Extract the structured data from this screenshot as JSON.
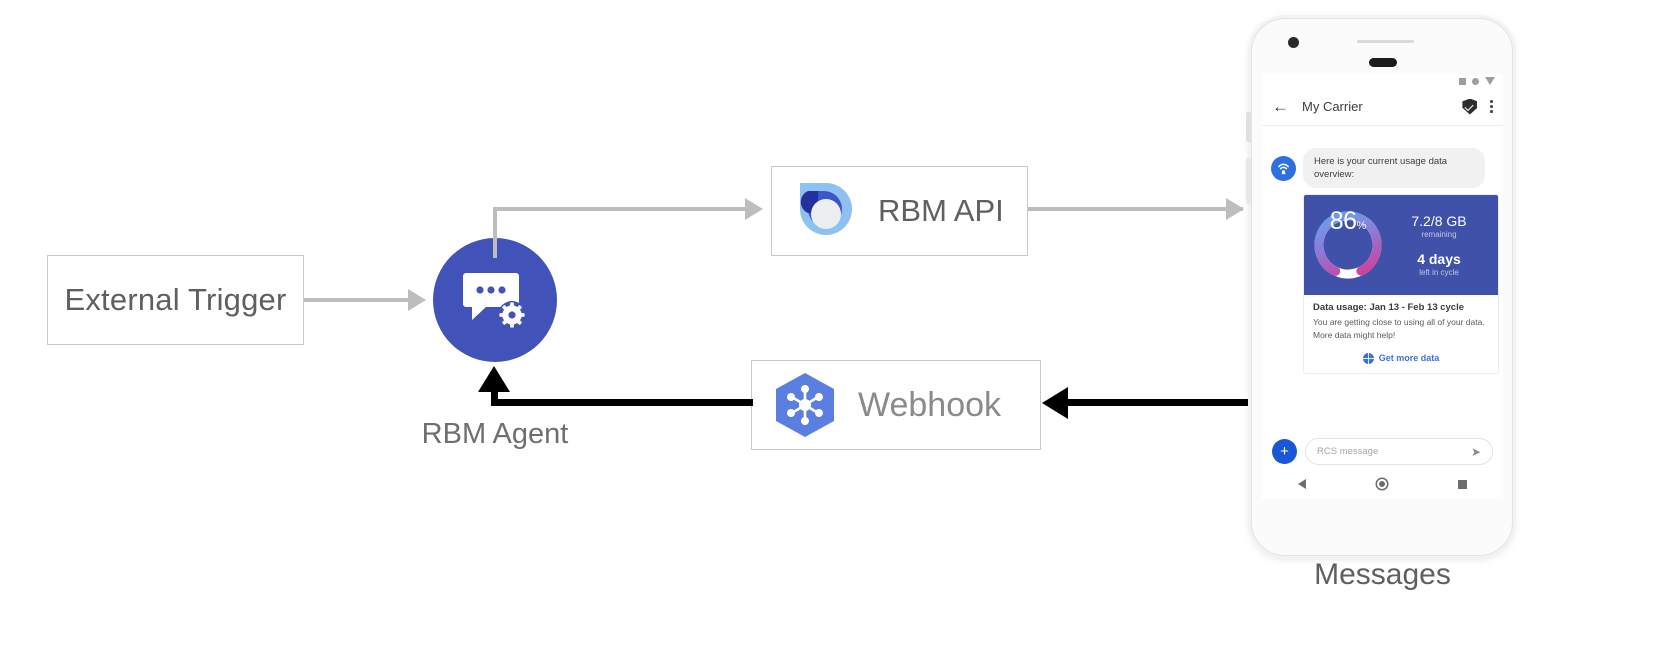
{
  "diagram": {
    "nodes": {
      "external_trigger": {
        "label": "External Trigger"
      },
      "rbm_agent": {
        "label": "RBM Agent",
        "icon": "chat-gear-icon",
        "color": "#4153b8"
      },
      "rbm_api": {
        "label": "RBM API",
        "icon": "rbm-api-icon"
      },
      "webhook": {
        "label": "Webhook",
        "icon": "cloud-functions-hexagon-icon",
        "color": "#5b7fe0"
      },
      "messages": {
        "label": "Messages"
      }
    },
    "connector_colors": {
      "gray": "#bdbdbd",
      "black": "#000000"
    }
  },
  "phone": {
    "statusbar": {
      "icons": [
        "square-icon",
        "circle-icon",
        "triangle-down-icon"
      ]
    },
    "appbar": {
      "back_icon": "back-arrow-icon",
      "title": "My Carrier",
      "verified_icon": "shield-check-icon",
      "menu_icon": "kebab-menu-icon"
    },
    "conversation": {
      "avatar_icon": "cell-tower-icon",
      "incoming_message": "Here is your current usage data overview:",
      "rich_card": {
        "percent_value": "86",
        "percent_symbol": "%",
        "data_remaining": "7.2/8 GB",
        "data_remaining_caption": "remaining",
        "days_left": "4 days",
        "days_left_caption": "left in cycle",
        "title": "Data usage: Jan 13 - Feb 13 cycle",
        "description": "You are getting close to using all of your data. More data might help!",
        "action_icon": "globe-icon",
        "action_label": "Get more data",
        "media_bg": "#3f51a8",
        "donut_percent": 86
      }
    },
    "composer": {
      "add_icon": "plus-icon",
      "placeholder": "RCS message",
      "send_icon": "send-icon"
    },
    "navbar": {
      "icons": [
        "nav-back-icon",
        "nav-home-icon",
        "nav-recents-icon"
      ]
    }
  }
}
